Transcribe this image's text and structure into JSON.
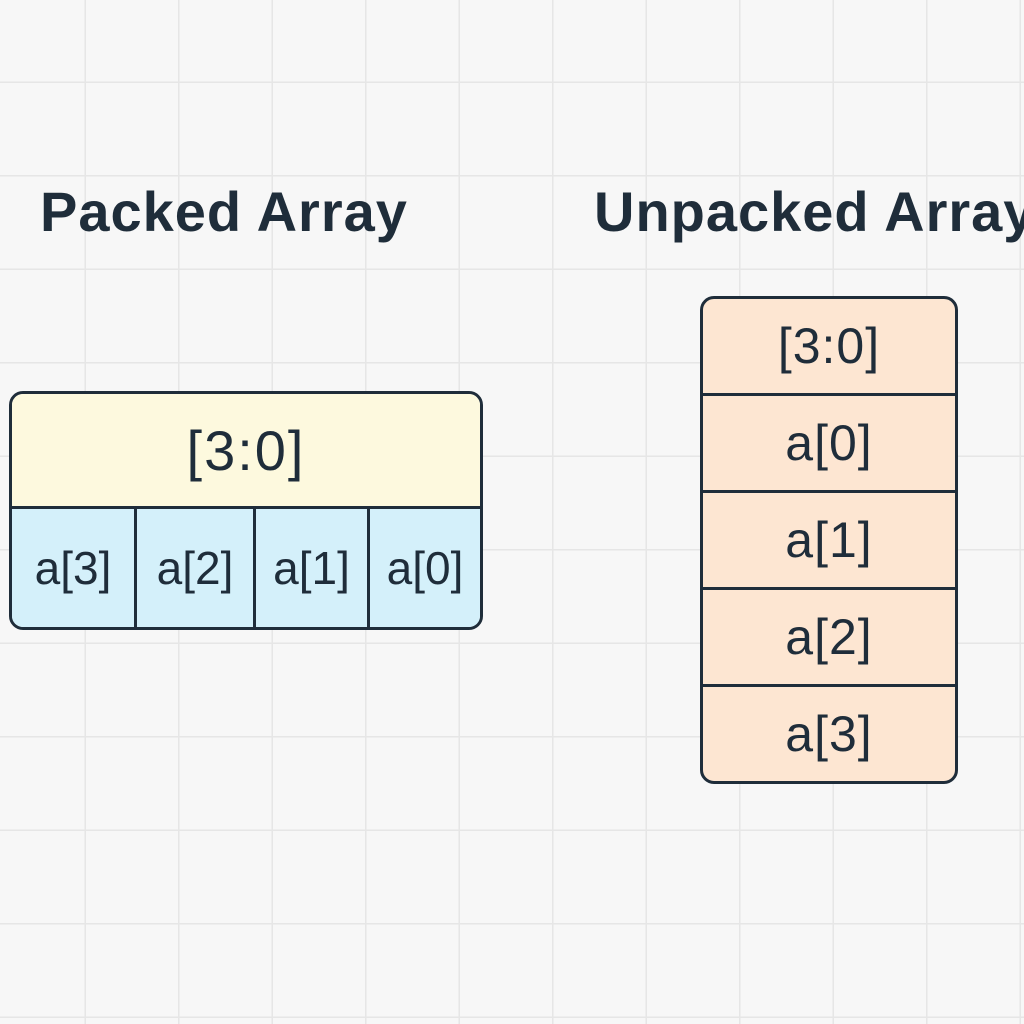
{
  "packed": {
    "title": "Packed Array",
    "header": "[3:0]",
    "cells": [
      "a[3]",
      "a[2]",
      "a[1]",
      "a[0]"
    ]
  },
  "unpacked": {
    "title": "Unpacked Array",
    "header": "[3:0]",
    "cells": [
      "a[0]",
      "a[1]",
      "a[2]",
      "a[3]"
    ]
  },
  "colors": {
    "outline": "#1f2d3a",
    "packed_header_fill": "#fdf9de",
    "packed_cells_fill": "#d4f0fa",
    "unpacked_fill": "#fde6d2",
    "grid_background": "#f7f7f7"
  }
}
